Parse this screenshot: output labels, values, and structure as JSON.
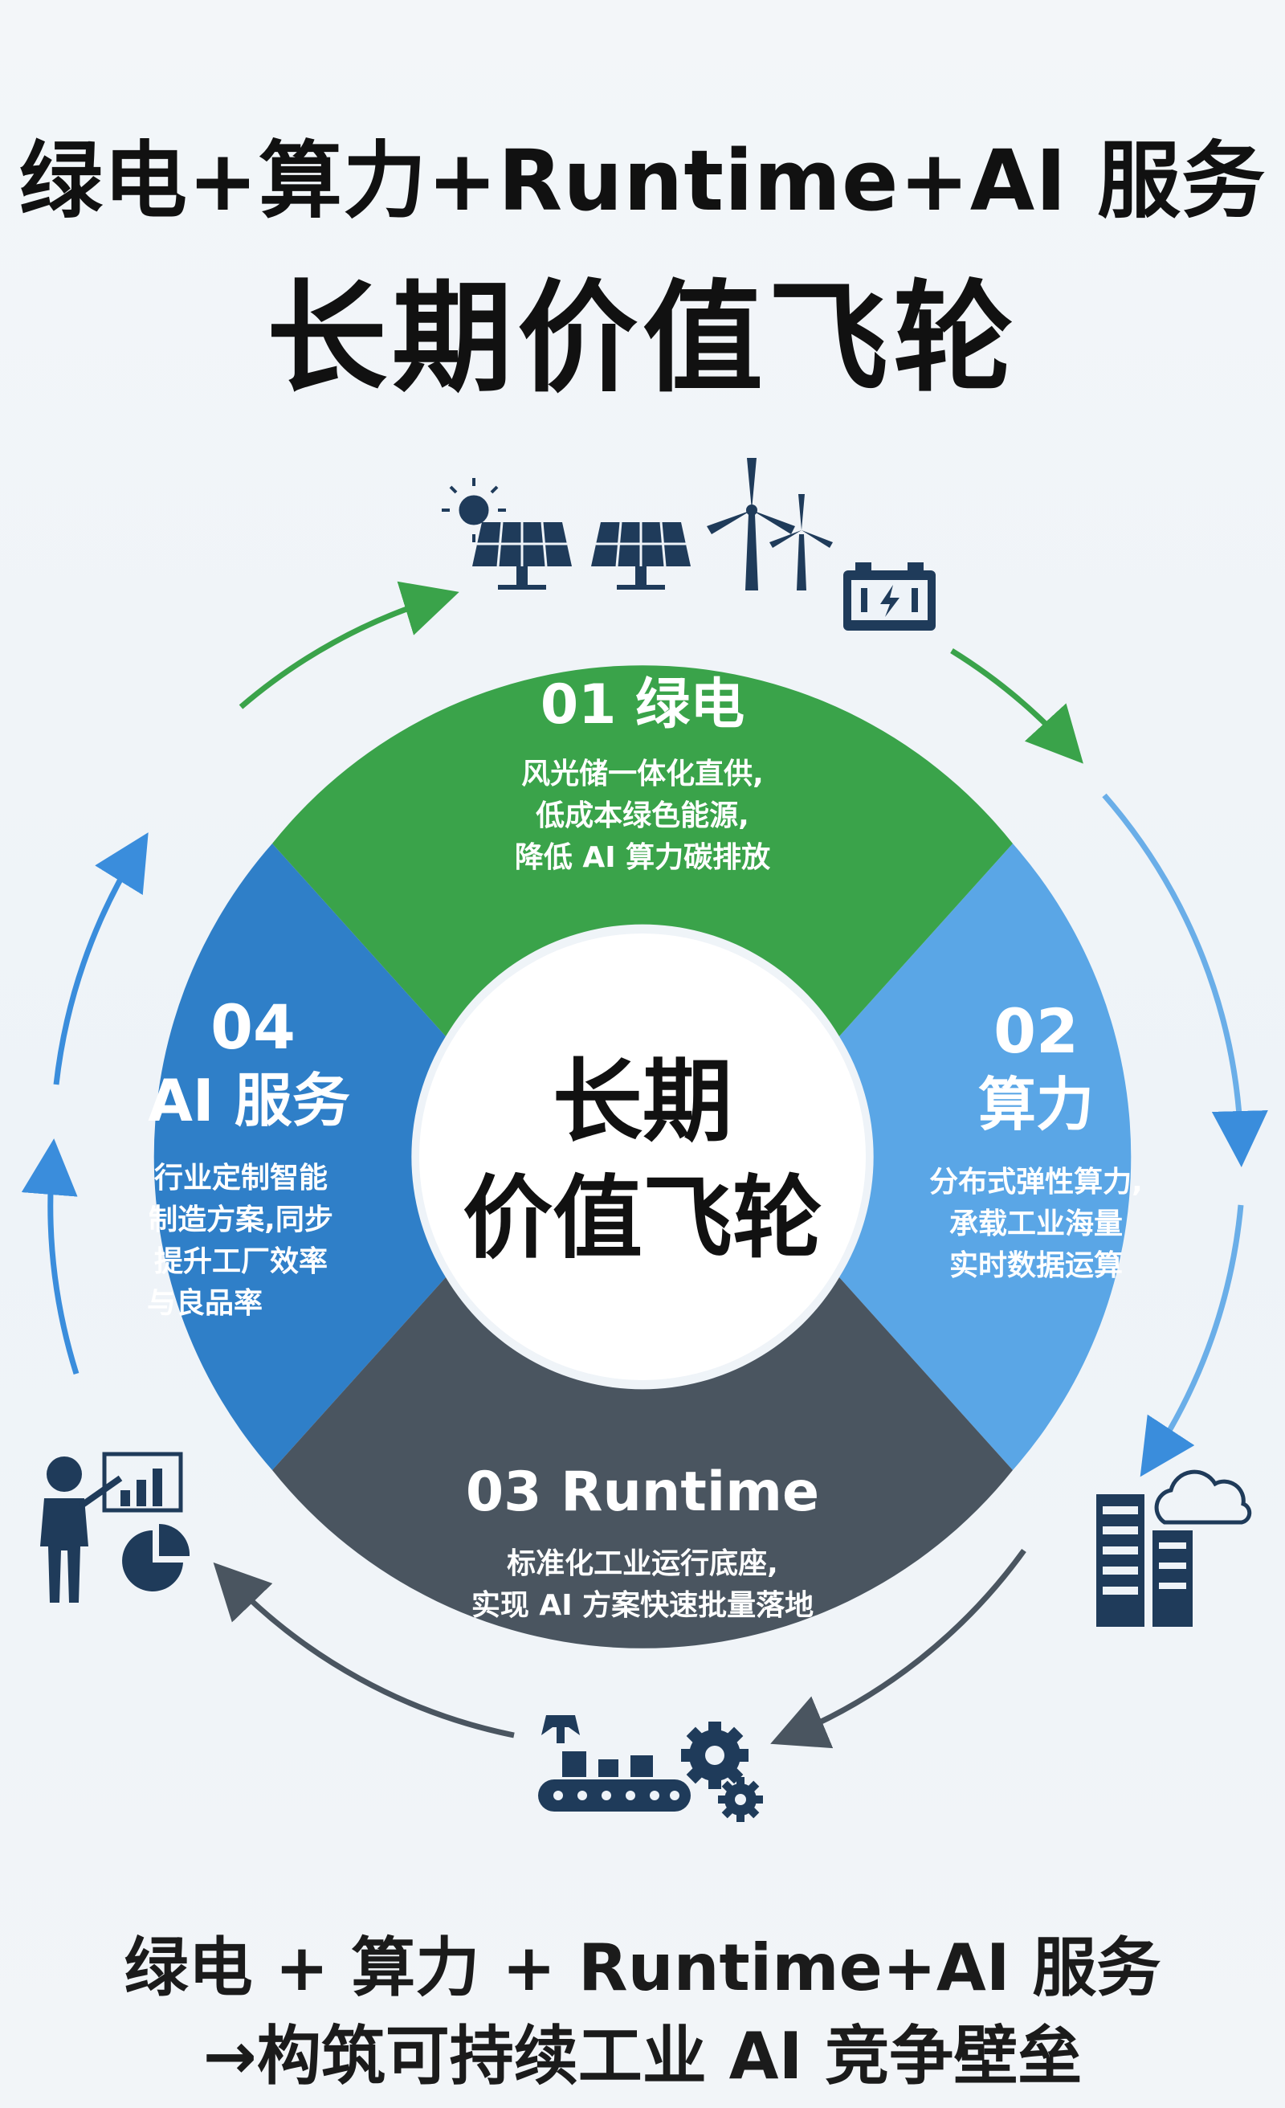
{
  "title": {
    "line1": "绿电+算力+Runtime+AI 服务",
    "line2": "长期价值飞轮"
  },
  "center": {
    "line1": "长期",
    "line2": "价值飞轮"
  },
  "segments": [
    {
      "id": "01",
      "title": "01 绿电",
      "desc": [
        "风光储一体化直供,",
        "低成本绿色能源,",
        "降低 AI 算力碳排放"
      ],
      "color": "#3aa34a"
    },
    {
      "id": "02",
      "number": "02",
      "title": "算力",
      "desc": [
        "分布式弹性算力,",
        "承载工业海量",
        "实时数据运算"
      ],
      "color": "#5aa6e6"
    },
    {
      "id": "03",
      "title": "03 Runtime",
      "desc": [
        "标准化工业运行底座,",
        "实现 AI 方案快速批量落地"
      ],
      "color": "#4a5560"
    },
    {
      "id": "04",
      "number": "04",
      "title": "AI 服务",
      "desc": [
        "行业定制智能",
        "制造方案,同步",
        "提升工厂效率",
        "与良品率"
      ],
      "color": "#2f7fc8"
    }
  ],
  "footer": {
    "line1": "绿电 + 算力 + Runtime+AI 服务",
    "line2": "→构筑可持续工业 AI 竞争壁垒"
  },
  "icons": [
    "solar-panel-icon",
    "wind-turbine-icon",
    "battery-icon",
    "server-cloud-icon",
    "factory-robot-gear-icon",
    "presenter-chart-icon"
  ]
}
